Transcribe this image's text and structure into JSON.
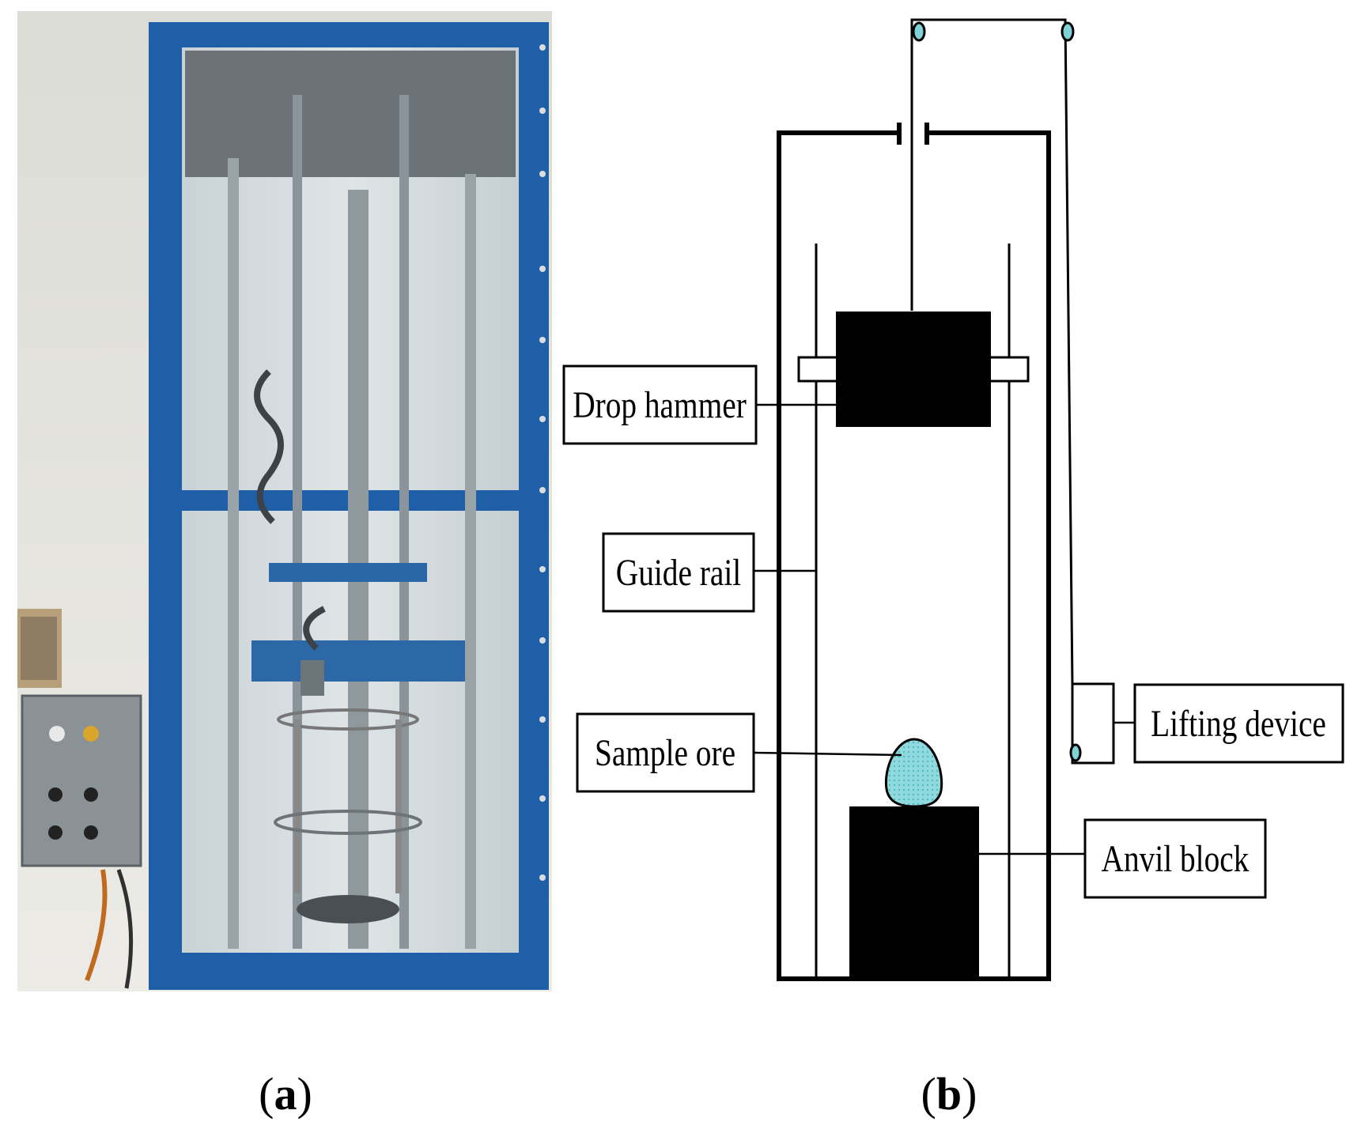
{
  "figure": {
    "panels": [
      {
        "id": "a",
        "label": "(a)",
        "content": "photo"
      },
      {
        "id": "b",
        "label": "(b)",
        "content": "schematic"
      }
    ],
    "panel_label_open": "(",
    "panel_label_close": ")",
    "schematic": {
      "callouts": {
        "drop_hammer": "Drop hammer",
        "guide_rail": "Guide rail",
        "sample_ore": "Sample ore",
        "lifting_device": "Lifting device",
        "anvil_block": "Anvil block"
      }
    },
    "colors": {
      "frame_blue": "#1f5fa8",
      "wall": "#e7e7e2",
      "glass": "#d6dde0",
      "ore_fill": "#8fdadf",
      "pulley": "#7fd3d7"
    }
  }
}
